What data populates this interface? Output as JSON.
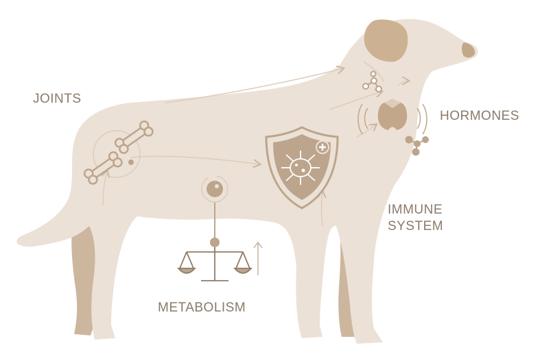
{
  "labels": {
    "joints": "JOINTS",
    "hormones": "HORMONES",
    "immune_line1": "IMMUNE",
    "immune_line2": "SYSTEM",
    "metabolism": "METABOLISM"
  },
  "colors": {
    "body": "#ece1d6",
    "far_legs": "#cdb69e",
    "ear": "#ccb193",
    "icon": "#c2a78b",
    "line": "#bca58c",
    "text": "#8a7a6a"
  }
}
